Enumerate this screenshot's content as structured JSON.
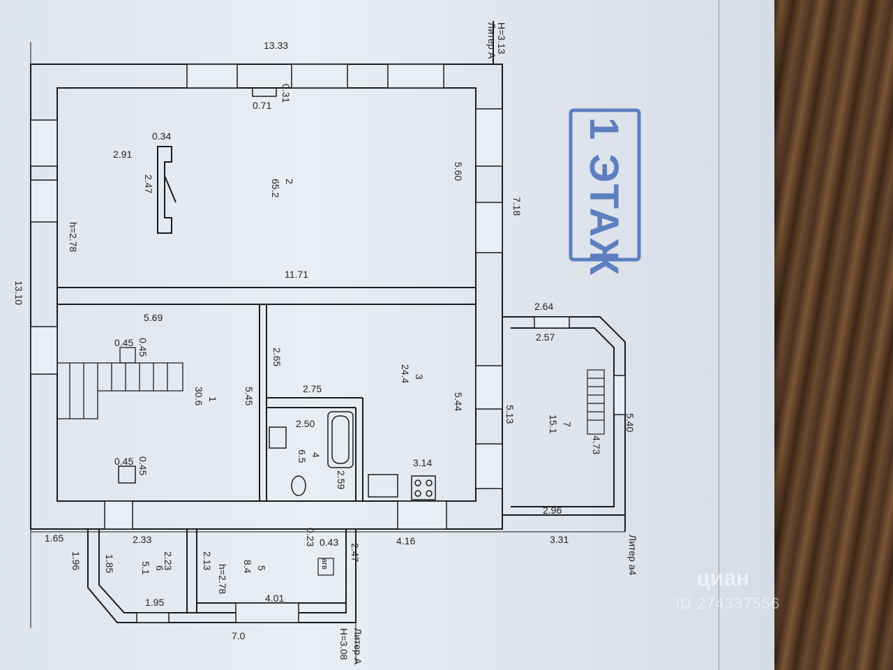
{
  "plan": {
    "litera_a": "Литер А",
    "height_a": "H=3.13",
    "litera_a4": "Литер а4",
    "litera_bottom": "Литер А",
    "height_bottom": "H=3.08",
    "stamp": "1 ЭТАЖ",
    "dims": {
      "top_total": "13.33",
      "left_total": "13.10",
      "right_total": "7.18",
      "room2_len": "11.71",
      "room2_w": "5.60",
      "niche_w": "0.71",
      "niche_d": "0.31",
      "fp_w": "0.34",
      "fp_l": "2.47",
      "fp_off": "2.91",
      "h1": "h=2.78",
      "r1_len": "5.69",
      "r1_w": "5.45",
      "col_a1": "0.45",
      "col_a2": "0.45",
      "col_b1": "0.45",
      "col_b2": "0.45",
      "r3_w": "2.65",
      "r3_len": "5.44",
      "r4_a": "2.75",
      "r4_b": "2.50",
      "r4_c": "2.59",
      "r3_c": "3.14",
      "ext_top": "2.64",
      "ext_inner": "2.57",
      "ext_len": "5.13",
      "ext_outer": "5.40",
      "ext_stair": "4.73",
      "ext_bottom": "2.96",
      "ext_total": "3.31",
      "a1": "1.65",
      "a2": "2.33",
      "a3": "4.16",
      "a4": "0.23",
      "a5": "0.43",
      "a6": "1.96",
      "a7": "1.85",
      "a8": "2.23",
      "a9": "2.13",
      "h5": "h=2.78",
      "a10": "2.47",
      "a11": "1.95",
      "a12": "4.01",
      "a13": "7.0",
      "agv": "агв"
    },
    "rooms": [
      {
        "num": "2",
        "area": "65.2"
      },
      {
        "num": "1",
        "area": "30.6"
      },
      {
        "num": "3",
        "area": "24.4"
      },
      {
        "num": "4",
        "area": "6.5"
      },
      {
        "num": "7",
        "area": "15.1"
      },
      {
        "num": "5",
        "area": "8.4"
      },
      {
        "num": "6",
        "area": "5.1"
      }
    ]
  },
  "watermark": {
    "brand": "циан",
    "id": "ID 274337556"
  }
}
